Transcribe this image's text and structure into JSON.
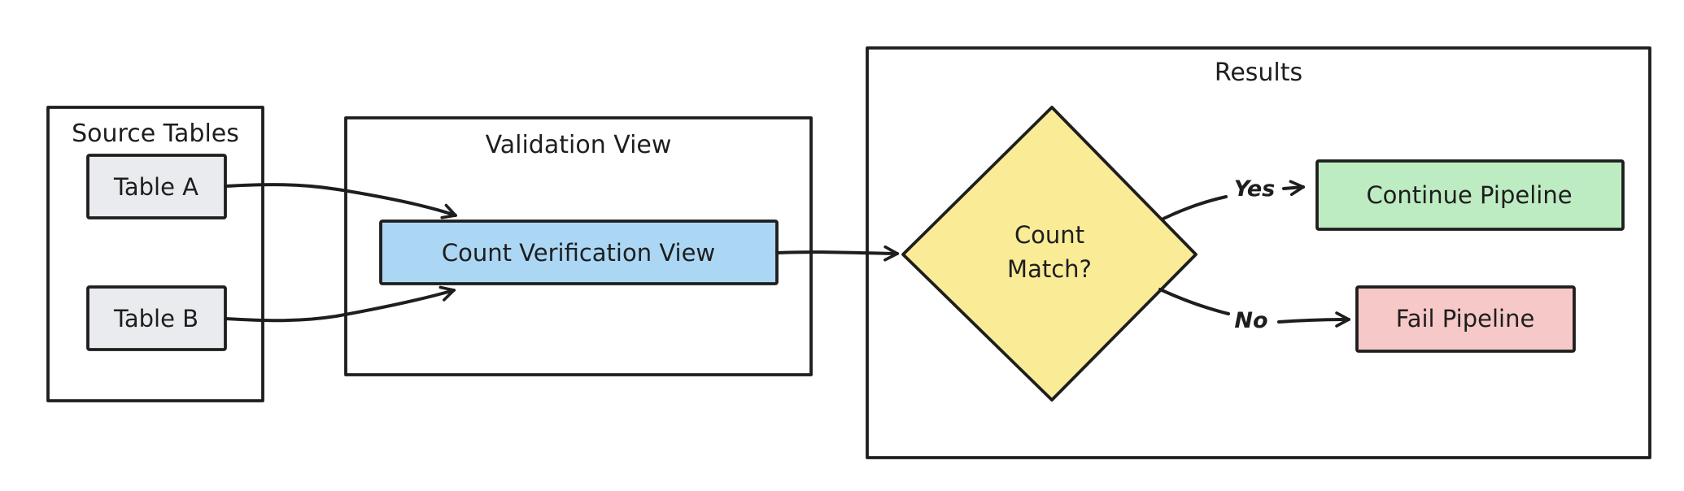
{
  "diagram": {
    "background": "#ffffff",
    "stroke_color": "#1e1e1e",
    "containers": {
      "source_tables": {
        "label": "Source Tables"
      },
      "validation_view": {
        "label": "Validation View"
      },
      "results": {
        "label": "Results"
      }
    },
    "nodes": {
      "table_a": {
        "label": "Table A",
        "fill": "#e9ebee"
      },
      "table_b": {
        "label": "Table B",
        "fill": "#e9ebee"
      },
      "count_verification_view": {
        "label": "Count Verification View",
        "fill": "#abd7f5"
      },
      "count_match": {
        "label_line1": "Count",
        "label_line2": "Match?",
        "fill": "#faeb96",
        "shape": "diamond"
      },
      "continue_pipeline": {
        "label": "Continue Pipeline",
        "fill": "#bdecc2"
      },
      "fail_pipeline": {
        "label": "Fail Pipeline",
        "fill": "#f6c8c8"
      }
    },
    "edge_labels": {
      "yes": "Yes",
      "no": "No"
    }
  }
}
